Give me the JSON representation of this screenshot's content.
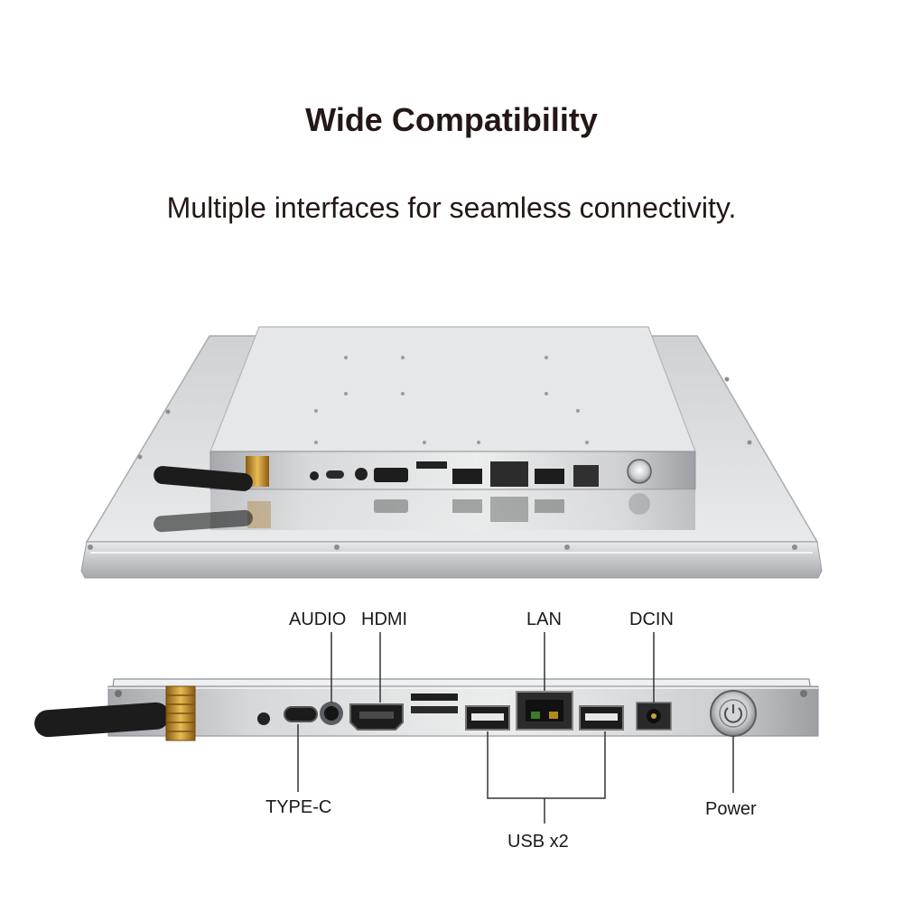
{
  "header": {
    "title": "Wide Compatibility",
    "subtitle": "Multiple interfaces for seamless connectivity."
  },
  "port_labels": {
    "audio": "AUDIO",
    "hdmi": "HDMI",
    "lan": "LAN",
    "dcin": "DCIN",
    "type_c": "TYPE-C",
    "usb": "USB x2",
    "power": "Power"
  },
  "colors": {
    "text": "#231815",
    "metal_light": "#e3e4e6",
    "metal_dark": "#8e9196",
    "antenna": "#1c1c1c",
    "connector_gold": "#c8912f"
  }
}
